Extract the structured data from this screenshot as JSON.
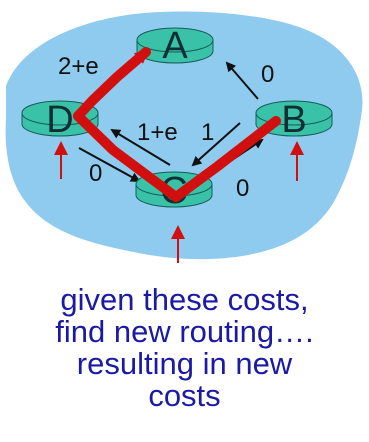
{
  "nodes": {
    "a": "A",
    "b": "B",
    "c": "C",
    "d": "D"
  },
  "edge_labels": {
    "da": "2+e",
    "ba": "0",
    "dc_top": "1+e",
    "cb_top": "1",
    "dc": "0",
    "cb": "0"
  },
  "caption": {
    "line1": "given these costs,",
    "line2": "find new routing….",
    "line3": "resulting in new",
    "line4": "costs"
  },
  "colors": {
    "cloud_fill": "#8fcbef",
    "node_fill": "#3ac2a8",
    "route_red": "#d10f0f",
    "caption_blue": "#1a1aa6"
  }
}
